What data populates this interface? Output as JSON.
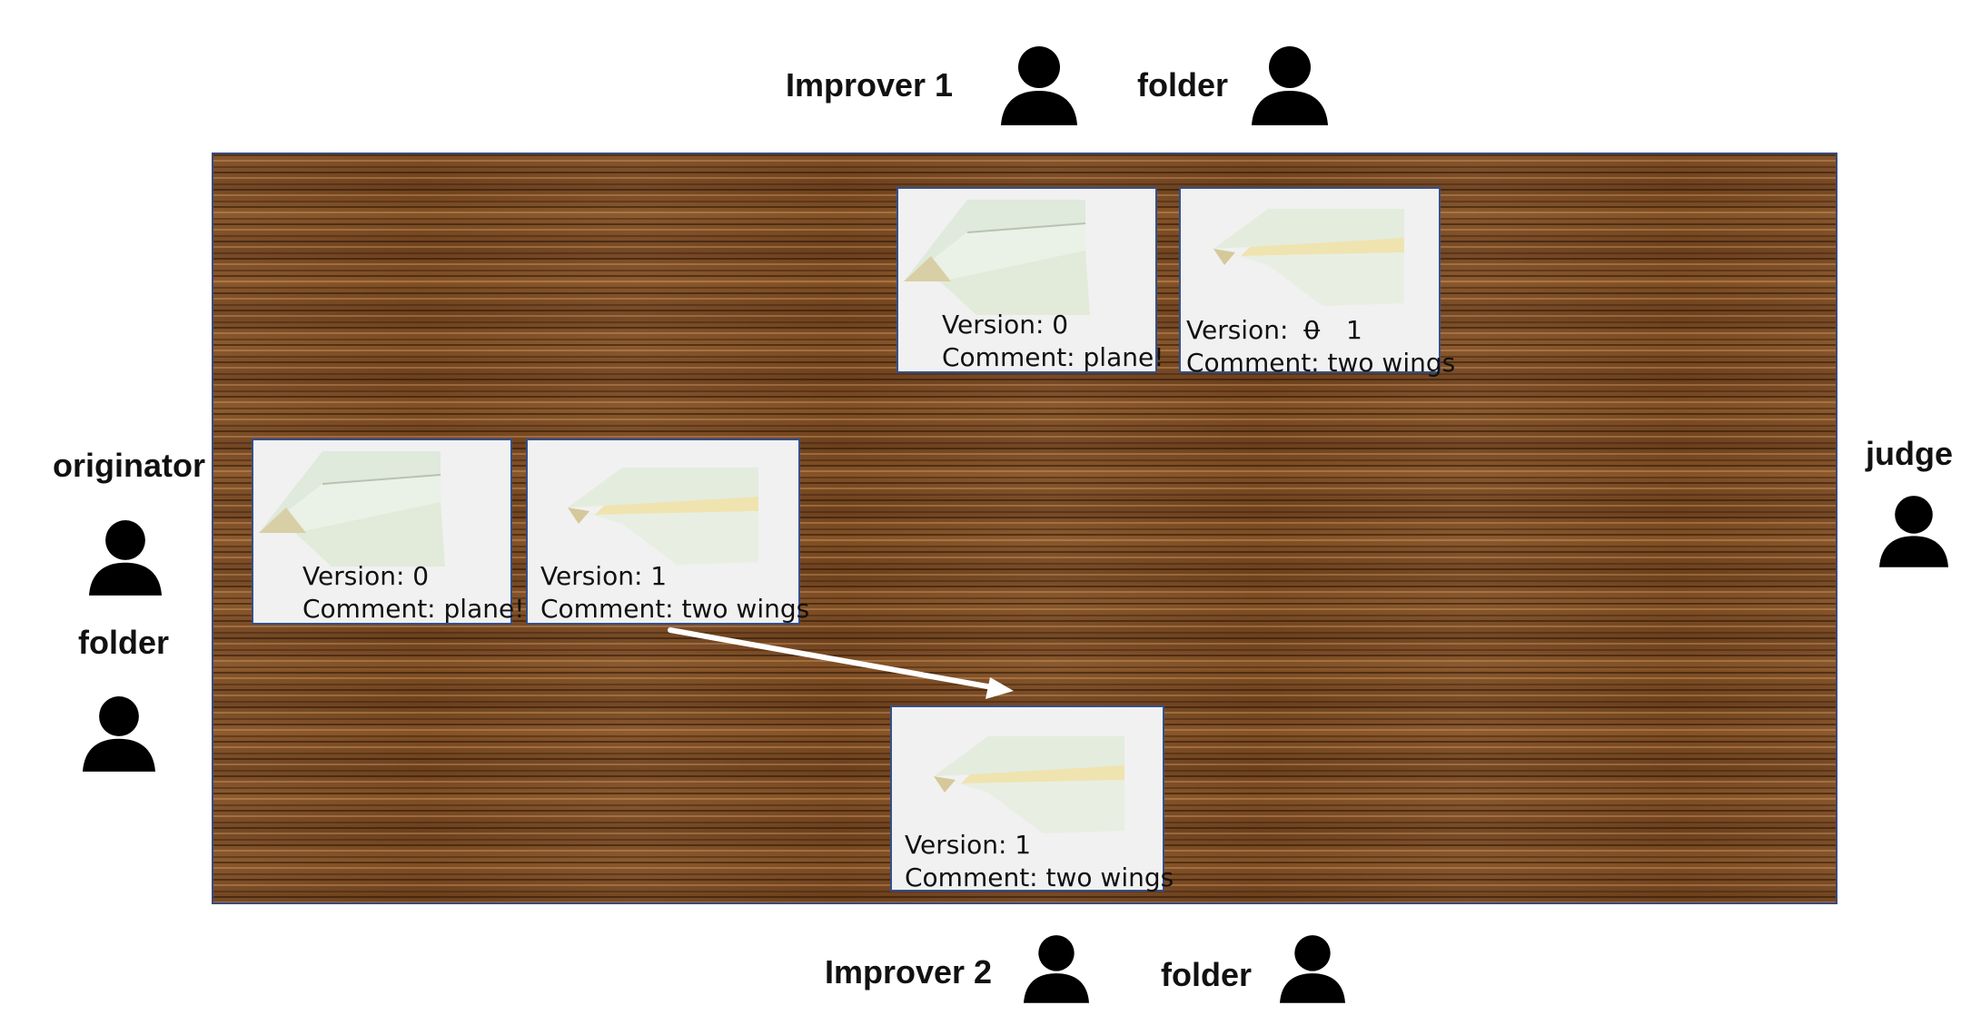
{
  "roles": {
    "improver1": "Improver 1",
    "folder_top": "folder",
    "originator": "originator",
    "folder_left": "folder",
    "judge": "judge",
    "improver2": "Improver 2",
    "folder_bottom": "folder"
  },
  "cards": {
    "originator_v0": {
      "version": "Version: 0",
      "comment": "Comment: plane!"
    },
    "originator_v1": {
      "version": "Version: 1",
      "comment": "Comment: two wings"
    },
    "improver1_v0": {
      "version": "Version: 0",
      "comment": "Comment: plane!"
    },
    "improver1_v1": {
      "version_prefix": "Version:",
      "version_old": "0",
      "version_new": "1",
      "comment": "Comment: two wings"
    },
    "improver2_v1": {
      "version": "Version: 1",
      "comment": "Comment: two wings"
    }
  },
  "icons": {
    "person": "person-icon",
    "plane": "paper-plane-image",
    "arrow": "pass-arrow"
  },
  "colors": {
    "card_border": "#34508c",
    "card_bg": "#f1f1f1",
    "wood": "#7a4a22",
    "arrow": "#ffffff"
  }
}
